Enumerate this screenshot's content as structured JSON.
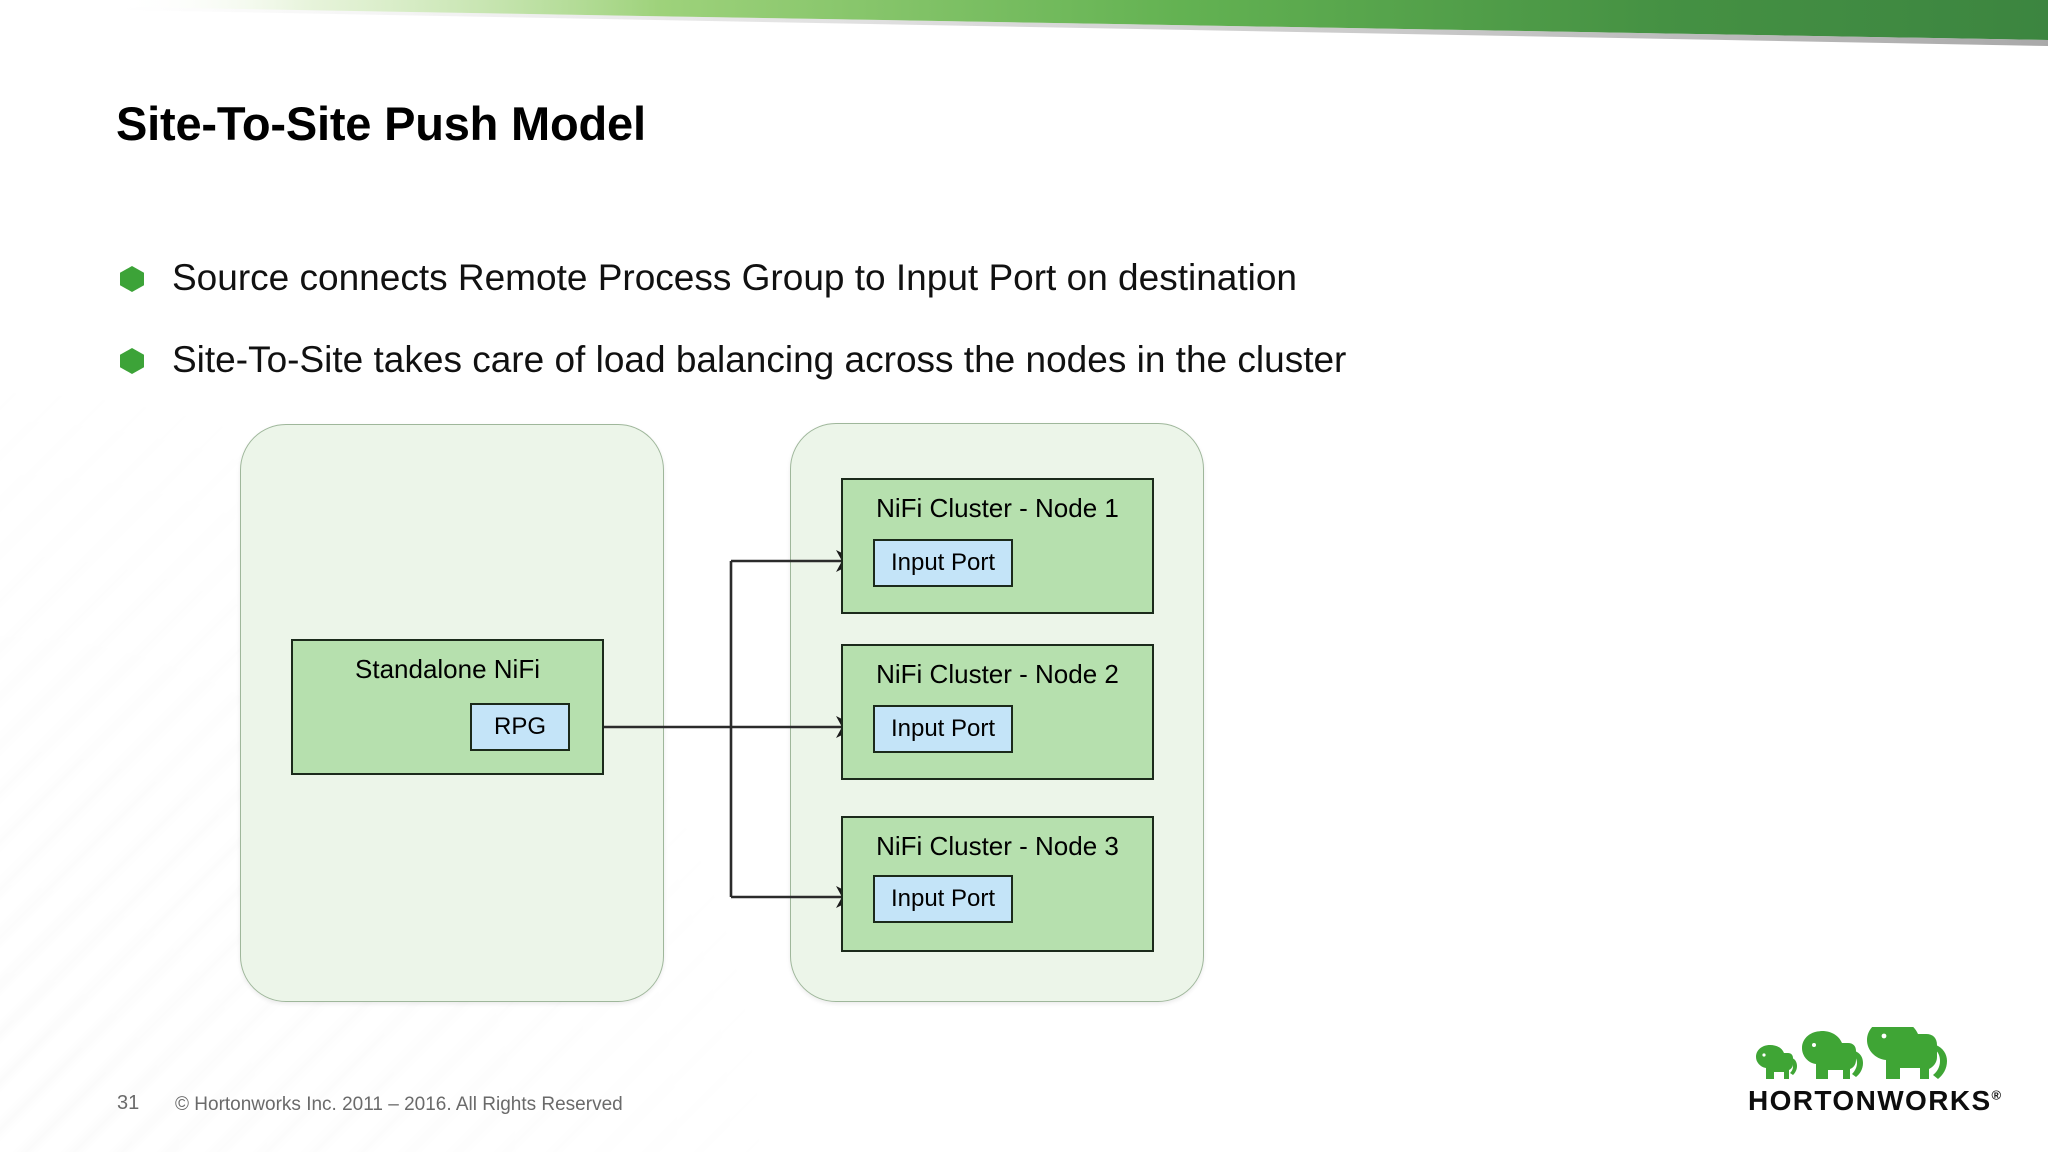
{
  "slide": {
    "title": "Site-To-Site Push Model",
    "page_number": "31",
    "copyright": "© Hortonworks Inc. 2011 – 2016. All Rights Reserved",
    "accent_green": "#3CA338",
    "band_green_dark": "#3C8540",
    "band_green_light": "#9ED27B",
    "node_fill": "#B6E0AE",
    "port_fill": "#C4E4F8",
    "group_fill": "#ECF5E9"
  },
  "bullets": [
    {
      "text": "Source connects Remote Process Group to Input Port on destination"
    },
    {
      "text": "Site-To-Site takes care of load balancing across the nodes in the cluster"
    }
  ],
  "diagram": {
    "source_group": {
      "node_title": "Standalone NiFi",
      "rpg_label": "RPG"
    },
    "cluster_group": {
      "nodes": [
        {
          "title": "NiFi Cluster - Node 1",
          "port_label": "Input Port"
        },
        {
          "title": "NiFi Cluster - Node 2",
          "port_label": "Input Port"
        },
        {
          "title": "NiFi Cluster - Node 3",
          "port_label": "Input Port"
        }
      ]
    }
  },
  "logo": {
    "wordmark": "HORTONWORKS",
    "registered": "®"
  }
}
